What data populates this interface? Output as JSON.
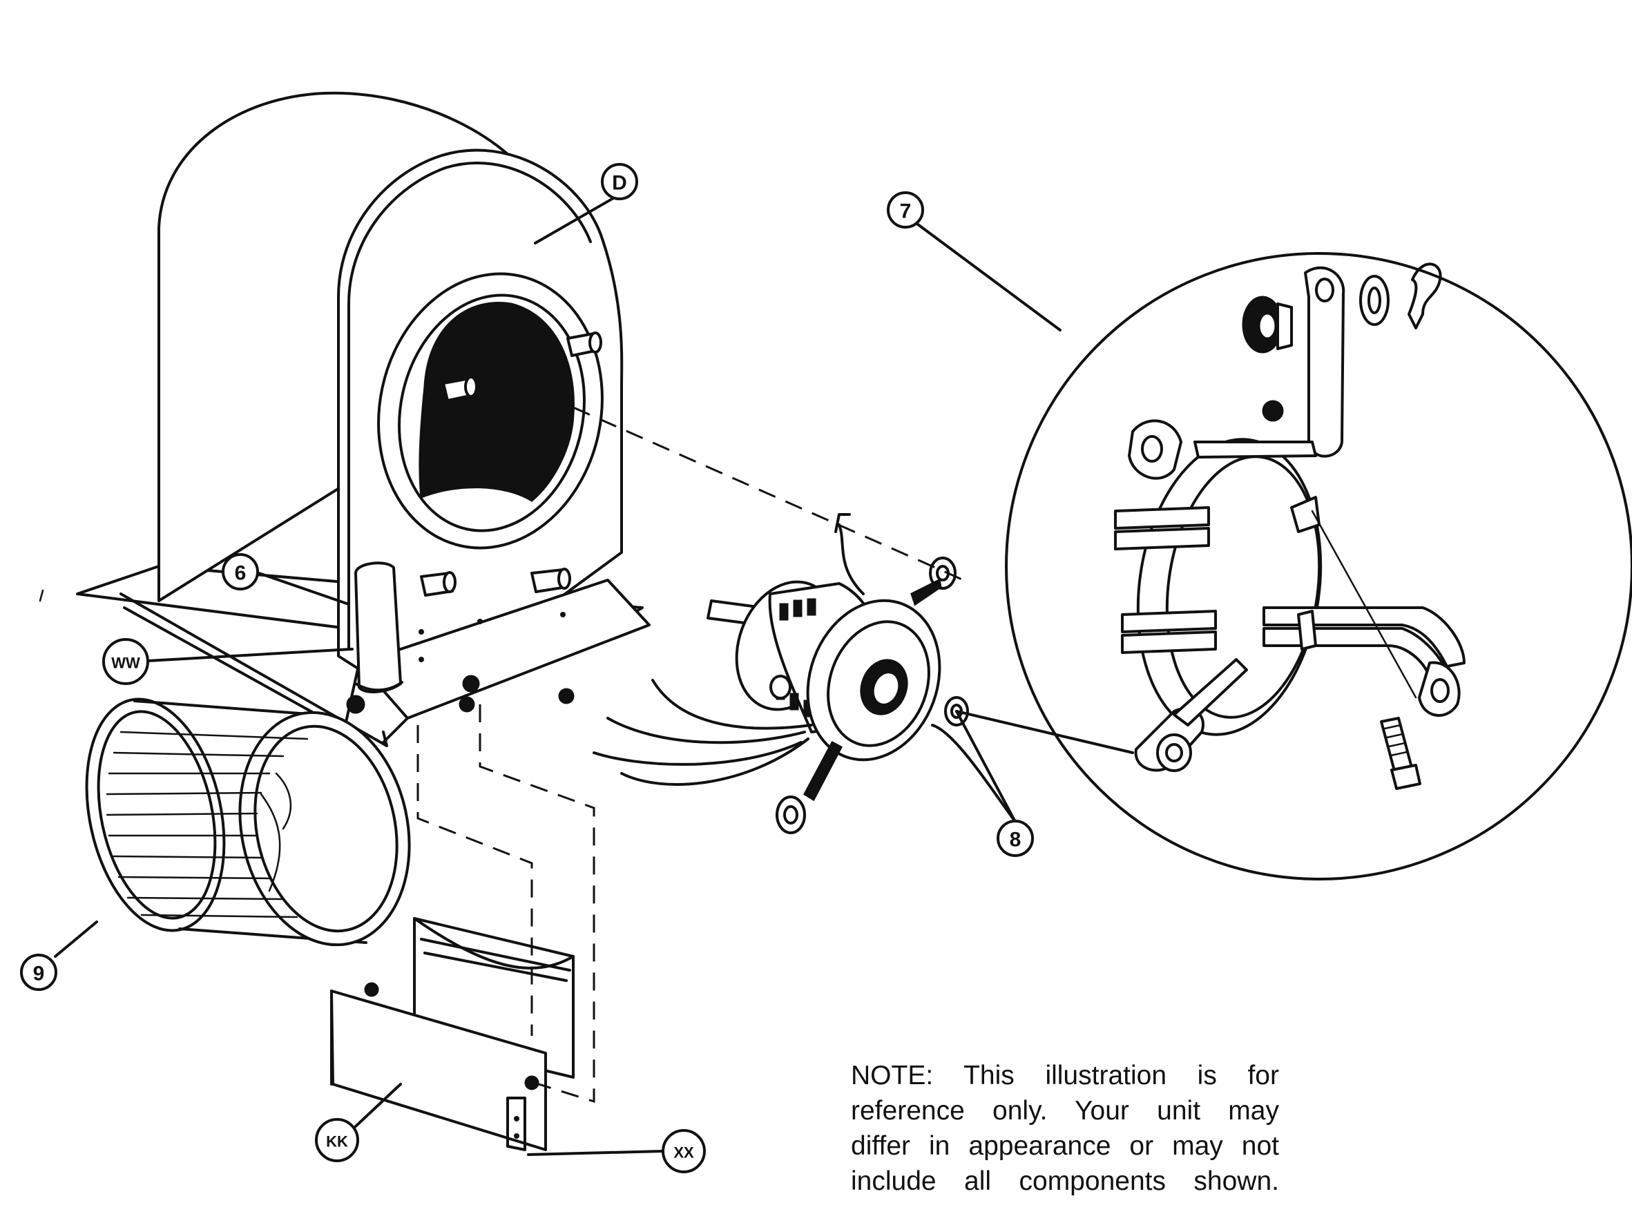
{
  "callouts": {
    "d": "D",
    "six": "6",
    "ww": "WW",
    "seven": "7",
    "eight": "8",
    "nine": "9",
    "kk": "KK",
    "xx": "XX"
  },
  "note": {
    "line1": "NOTE:     This illustration is for",
    "line2": "reference only.   Your unit may",
    "line3": "differ in appearance or may not",
    "line4": "include all components shown."
  }
}
